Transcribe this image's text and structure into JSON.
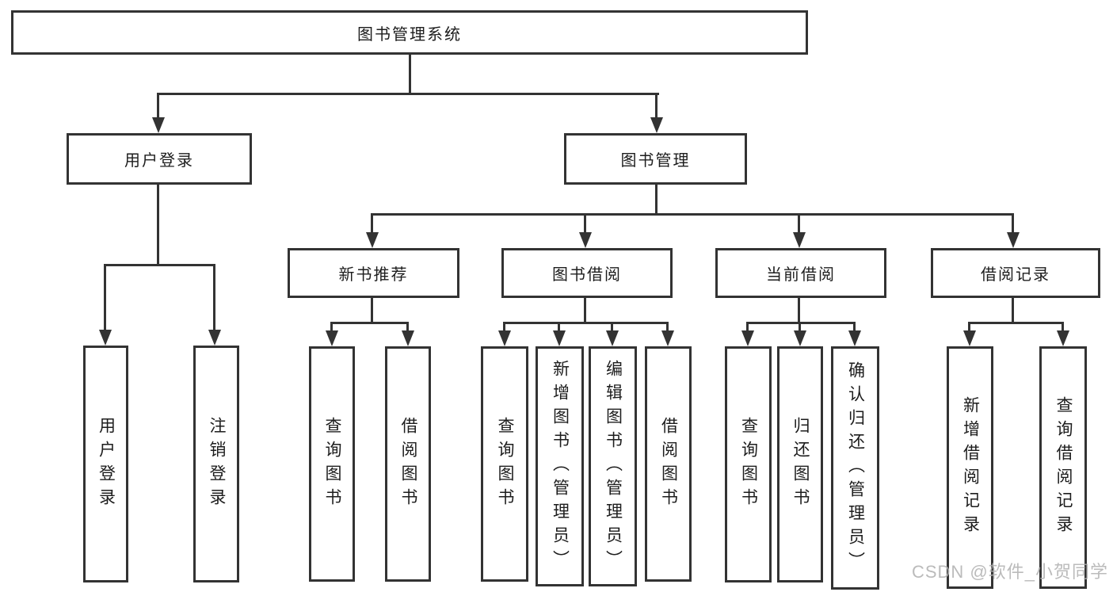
{
  "diagram": {
    "root": {
      "label": "图书管理系统"
    },
    "branches": [
      {
        "label": "用户登录",
        "children": [
          {
            "label": "用户登录"
          },
          {
            "label": "注销登录"
          }
        ]
      },
      {
        "label": "图书管理",
        "children": [
          {
            "label": "新书推荐",
            "children": [
              {
                "label": "查询图书"
              },
              {
                "label": "借阅图书"
              }
            ]
          },
          {
            "label": "图书借阅",
            "children": [
              {
                "label": "查询图书"
              },
              {
                "label": "新增图书（管理员）"
              },
              {
                "label": "编辑图书（管理员）"
              },
              {
                "label": "借阅图书"
              }
            ]
          },
          {
            "label": "当前借阅",
            "children": [
              {
                "label": "查询图书"
              },
              {
                "label": "归还图书"
              },
              {
                "label": "确认归还（管理员）"
              }
            ]
          },
          {
            "label": "借阅记录",
            "children": [
              {
                "label": "新增借阅记录"
              },
              {
                "label": "查询借阅记录"
              }
            ]
          }
        ]
      }
    ]
  },
  "watermark": {
    "text": "CSDN @软件_小贺同学"
  },
  "colors": {
    "line": "#333333",
    "text": "#1d1d1d",
    "background": "#ffffff",
    "watermark": "#b0b0b0"
  }
}
